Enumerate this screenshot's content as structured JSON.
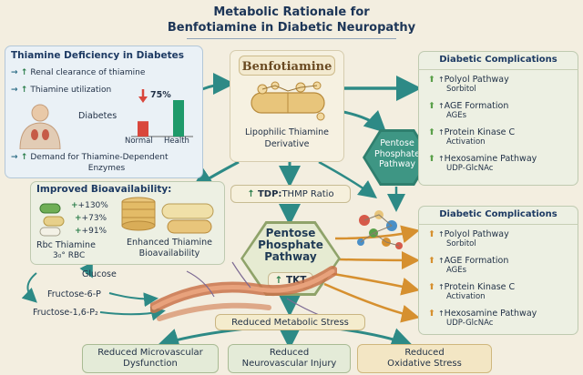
{
  "title": {
    "line1": "Metabolic Rationale for",
    "line2": "Benfotiamine in Diabetic Neuropathy"
  },
  "deficiency": {
    "title": "Thiamine Deficiency in Diabetes",
    "item1": "Renal clearance of thiamine",
    "item2": "Thiamine utilization",
    "diabetes_label": "Diabetes",
    "percent": "75%",
    "bar_normal_label": "Normal",
    "bar_health_label": "Health",
    "bar_normal_value": 0.42,
    "bar_health_value": 1.0,
    "demand_line1": "Demand for Thiamine-Dependent",
    "demand_line2": "Enzymes"
  },
  "center": {
    "name": "Benfotiamine",
    "desc_line1": "Lipophilic Thiamine",
    "desc_line2": "Derivative",
    "tdp_up": "↑",
    "tdp_label": "TDP:",
    "tdp_rest": "THMP Ratio",
    "ppp_line1": "Pentose",
    "ppp_line2": "Phosphate",
    "ppp_line3": "Pathway",
    "tkt_label": "TKT",
    "small_hex_line1": "Pentose",
    "small_hex_line2": "Phosphate",
    "small_hex_line3": "Pathway"
  },
  "bioavailability": {
    "title": "Improved Bioavailability:",
    "p1": "+130%",
    "p2": "+73%",
    "p3": "+91%",
    "rbc_line1": "Rbc Thiamine",
    "rbc_line2": "3₀° RBC",
    "enhanced_line1": "Enhanced Thiamine",
    "enhanced_line2": "Bioavailability"
  },
  "glycolysis": {
    "glucose": "Glucose",
    "f6p": "Fructose-6-P",
    "f16p": "Fructose-1,6-P₂"
  },
  "complications_top": {
    "title": "Diabetic Complications",
    "items": [
      {
        "line1": "Polyol Pathway",
        "line2": "Sorbitol"
      },
      {
        "line1": "AGE Formation",
        "line2": "AGEs"
      },
      {
        "line1": "Protein Kinase C",
        "line2": "Activation"
      },
      {
        "line1": "Hexosamine Pathway",
        "line2": "UDP-GlcNAc"
      }
    ]
  },
  "complications_bottom": {
    "title": "Diabetic Complications",
    "items": [
      {
        "line1": "Polyol Pathway",
        "line2": "Sorbitol"
      },
      {
        "line1": "AGE Formation",
        "line2": "AGEs"
      },
      {
        "line1": "Protein Kinase C",
        "line2": "Activation"
      },
      {
        "line1": "Hexosamine Pathway",
        "line2": "UDP-GlcNAc"
      }
    ]
  },
  "outcomes": {
    "stress": "Reduced Metabolic Stress",
    "micro_line1": "Reduced Microvascular",
    "micro_line2": "Dysfunction",
    "neuro_line1": "Reduced",
    "neuro_line2": "Neurovascular Injury",
    "oxid_line1": "Reduced",
    "oxid_line2": "Oxidative Stress"
  },
  "colors": {
    "teal": "#2d8a86",
    "green_arrow": "#5aa04a",
    "orange_arrow": "#d6902f",
    "red_bar": "#d9473c",
    "green_bar": "#1f9a6a"
  }
}
